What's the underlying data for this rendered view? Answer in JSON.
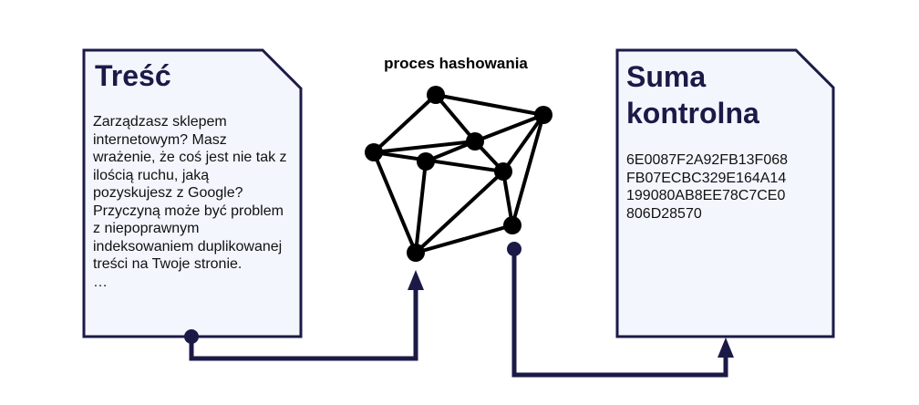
{
  "colors": {
    "accent": "#1b1a47",
    "page_fill": "#f3f6fd",
    "graph": "#000000"
  },
  "input_doc": {
    "title": "Treść",
    "body": "Zarządzasz sklepem internetowym? Masz wrażenie, że coś jest nie tak z ilością ruchu, jaką pozyskujesz z Google? Przyczyną może być problem z niepoprawnym indeksowaniem duplikowanej treści na Twoje stronie.\n…"
  },
  "process": {
    "label": "proces hashowania"
  },
  "output_doc": {
    "title": "Suma kontrolna",
    "body": "6E0087F2A92FB13F068\nFB07ECBC329E164A14\n199080AB8EE78C7CE0\n806D28570"
  }
}
